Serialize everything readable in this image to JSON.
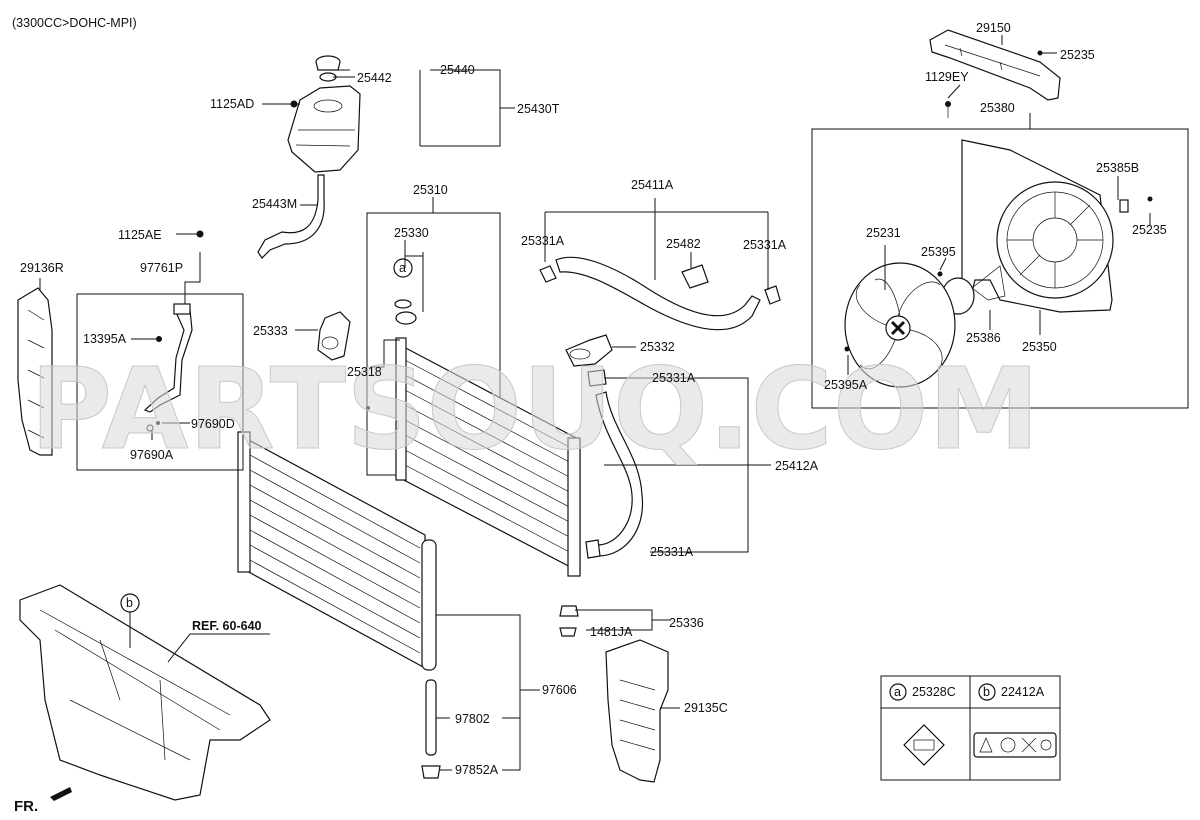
{
  "engine_spec": "(3300CC>DOHC-MPI)",
  "watermark": "PARTSOUQ.COM",
  "ref_note": "REF. 60-640",
  "direction_label": "FR.",
  "callouts": {
    "p29150": "29150",
    "p25235a": "25235",
    "p1129ey": "1129EY",
    "p25380": "25380",
    "p25385b": "25385B",
    "p25235b": "25235",
    "p25231": "25231",
    "p25395": "25395",
    "p25386": "25386",
    "p25350": "25350",
    "p25395a": "25395A",
    "p25440": "25440",
    "p25442": "25442",
    "p1125ad": "1125AD",
    "p25430t": "25430T",
    "p25443m": "25443M",
    "p25310": "25310",
    "p25330": "25330",
    "p25411a": "25411A",
    "p25331a_1": "25331A",
    "p25482": "25482",
    "p25331a_2": "25331A",
    "p1125ae": "1125AE",
    "p97761p": "97761P",
    "p29136r": "29136R",
    "p13395a": "13395A",
    "p25333": "25333",
    "p25318": "25318",
    "p25332": "25332",
    "p25331a_3": "25331A",
    "p97690d": "97690D",
    "p97690a": "97690A",
    "p25412a": "25412A",
    "p25331a_4": "25331A",
    "p25336": "25336",
    "p1481ja": "1481JA",
    "p97606": "97606",
    "p29135c": "29135C",
    "p97802": "97802",
    "p97852a": "97852A"
  },
  "markers": {
    "a": "a",
    "b": "b"
  },
  "legend": {
    "a_marker": "a",
    "a_part": "25328C",
    "b_marker": "b",
    "b_part": "22412A"
  }
}
